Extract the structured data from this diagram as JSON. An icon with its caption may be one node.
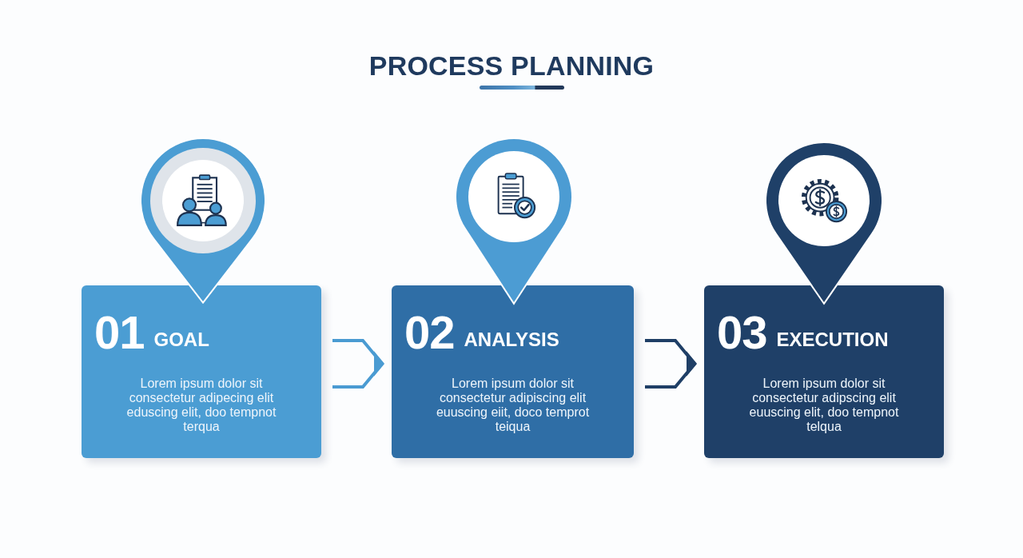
{
  "diagram": {
    "title": "PROCESS PLANNING",
    "nodes": [
      {
        "text": [
          "01",
          "GOAL",
          "Lorem ipsum dolor sit consectetur adipecing elit eduscing elit, doo tempnot terqua"
        ]
      },
      {
        "text": [
          "02",
          "ANALYSIS",
          "Lorem ipsum dolor sit consectetur adipiscing elit euuscing eiit, doco temprot teiqua"
        ]
      },
      {
        "text": [
          "03",
          "EXECUTION",
          "Lorem ipsum dolor sit consectetur adipscing elit euuscing elit, doo tempnot telqua"
        ]
      }
    ],
    "edges": [
      {
        "from": 0,
        "to": 1,
        "arrow": "to",
        "color": "#4a9bd2"
      },
      {
        "from": 1,
        "to": 2,
        "arrow": "to",
        "color": "#1f3f66"
      }
    ]
  }
}
